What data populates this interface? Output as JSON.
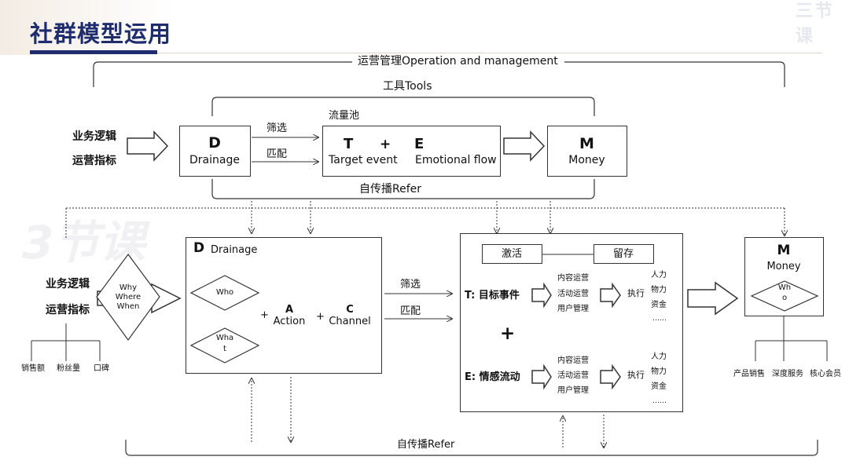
{
  "header": {
    "title": "社群模型运用",
    "logo": "三节课",
    "watermark": "3节课"
  },
  "top": {
    "operation_label": "运营管理Operation and management",
    "tools_label": "工具Tools",
    "pool_label": "流量池",
    "refer_label": "自传播Refer",
    "left_labels": [
      "业务逻辑",
      "运营指标"
    ],
    "filter_label": "筛选",
    "match_label": "匹配",
    "d_letter": "D",
    "d_word": "Drainage",
    "t_letter": "T",
    "plus": "+",
    "e_letter": "E",
    "t_word": "Target event",
    "e_word": "Emotional flow",
    "m_letter": "M",
    "m_word": "Money"
  },
  "bottom": {
    "left_labels": [
      "业务逻辑",
      "运营指标"
    ],
    "diamond_lines": [
      "Why",
      "Where",
      "When"
    ],
    "metrics": [
      "销售额",
      "粉丝量",
      "口碑"
    ],
    "drainage_letter": "D",
    "drainage_word": "Drainage",
    "who": "Who",
    "what": [
      "Wha",
      "t"
    ],
    "plus": "+",
    "a_letter": "A",
    "a_word": "Action",
    "c_letter": "C",
    "c_word": "Channel",
    "filter_label": "筛选",
    "match_label": "匹配",
    "activate": "激活",
    "retain": "留存",
    "t_row_label": "T: 目标事件",
    "e_row_label": "E: 情感流动",
    "big_plus": "+",
    "ops_items": [
      "内容运营",
      "活动运营",
      "用户管理"
    ],
    "execute": "执行",
    "resources": [
      "人力",
      "物力",
      "资金",
      "……"
    ],
    "m_letter": "M",
    "m_word": "Money",
    "m_who": [
      "Wh",
      "o"
    ],
    "outcomes": [
      "产品销售",
      "深度服务",
      "核心会员"
    ],
    "refer_label": "自传播Refer"
  },
  "colors": {
    "title": "#1f2d6e",
    "line": "#333333",
    "accent_line": "#e3d6c9"
  }
}
